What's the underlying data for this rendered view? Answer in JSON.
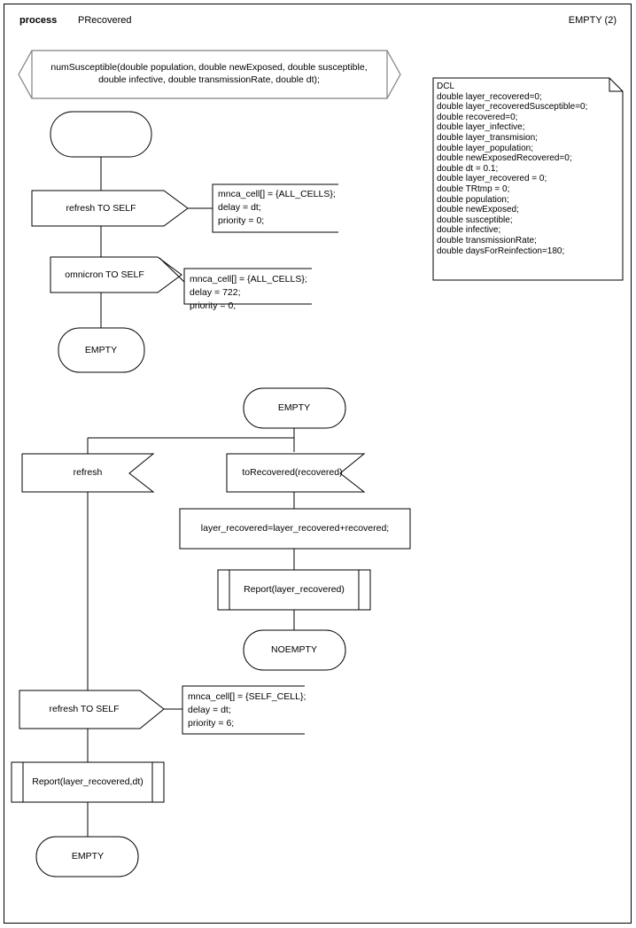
{
  "header": {
    "kind": "process",
    "name": "PRecovered",
    "page_label": "EMPTY (2)"
  },
  "colors": {
    "stroke": "#000000",
    "stroke_grey": "#808080",
    "background": "#ffffff",
    "text": "#000000"
  },
  "procedure_header": {
    "line1": "numSusceptible(double population, double newExposed, double susceptible,",
    "line2": "double infective, double transmissionRate, double dt);"
  },
  "dcl": {
    "title": "DCL",
    "declarations": [
      "double layer_recovered=0;",
      "double layer_recoveredSusceptible=0;",
      "double recovered=0;",
      "double layer_infective;",
      "double layer_transmision;",
      "double layer_population;",
      "double newExposedRecovered=0;",
      "double dt = 0.1;",
      "double layer_recovered = 0;",
      "double TRtmp = 0;",
      "double population;",
      "double newExposed;",
      "double susceptible;",
      "double infective;",
      "double transmissionRate;",
      "double daysForReinfection=180;"
    ]
  },
  "flow": {
    "start_symbol": "",
    "output_refresh_self": "refresh TO SELF",
    "comment_refresh_self": {
      "line1": "mnca_cell[] = {ALL_CELLS};",
      "line2": "delay = dt;",
      "line3": "priority = 0;"
    },
    "output_omnicron_self": "omnicron TO SELF",
    "comment_omnicron_self": {
      "line1": "mnca_cell[] = {ALL_CELLS};",
      "line2": "delay = 722;",
      "line3": "priority = 0;"
    },
    "state_empty_1": "EMPTY",
    "state_empty_2": "EMPTY",
    "input_refresh": "refresh",
    "input_to_recovered": "toRecovered(recovered)",
    "task_assign": "layer_recovered=layer_recovered+recovered;",
    "procedure_report_1": "Report(layer_recovered)",
    "state_noempty": "NOEMPTY",
    "output_refresh_self_2": "refresh TO SELF",
    "comment_refresh_self_2": {
      "line1": "mnca_cell[] = {SELF_CELL};",
      "line2": "delay = dt;",
      "line3": "priority = 6;"
    },
    "procedure_report_2": "Report(layer_recovered,dt)",
    "state_empty_3": "EMPTY"
  }
}
